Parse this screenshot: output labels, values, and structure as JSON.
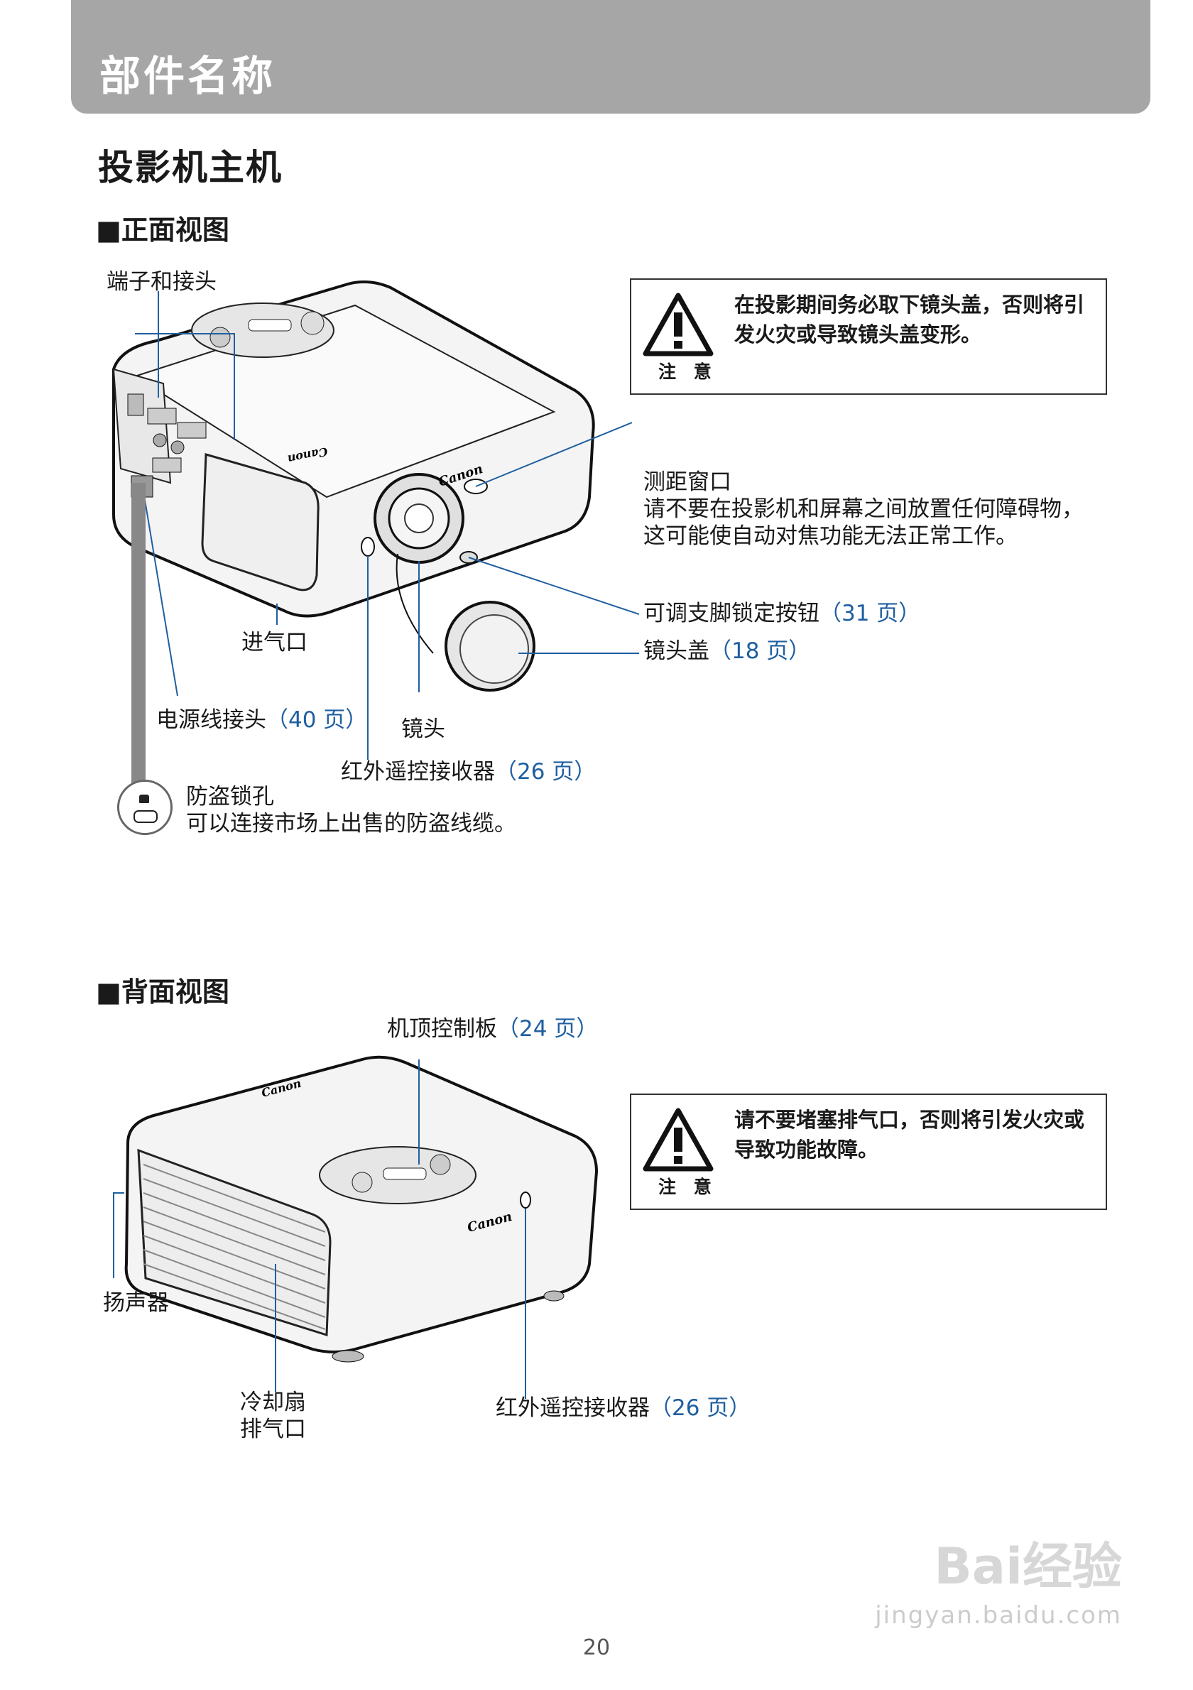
{
  "header": {
    "title": "部件名称"
  },
  "section_title": "投影机主机",
  "front": {
    "heading": "■正面视图",
    "terminals": "端子和接头",
    "air_intake": "进气口",
    "power_connector": "电源线接头",
    "power_connector_ref": "（40 页）",
    "lens": "镜头",
    "ir_receiver": "红外遥控接收器",
    "ir_receiver_ref": "（26 页）",
    "antitheft_title": "防盗锁孔",
    "antitheft_desc": "可以连接市场上出售的防盗线缆。",
    "ranging_title": "测距窗口",
    "ranging_desc_1": "请不要在投影机和屏幕之间放置任何障碍物，",
    "ranging_desc_2": "这可能使自动对焦功能无法正常工作。",
    "foot_lock": "可调支脚锁定按钮",
    "foot_lock_ref": "（31 页）",
    "lens_cap": "镜头盖",
    "lens_cap_ref": "（18 页）",
    "caution_text_1": "在投影期间务必取下镜头盖，否则将引",
    "caution_text_2": "发火灾或导致镜头盖变形。",
    "caution_label": "注 意",
    "brand": "Canon"
  },
  "back": {
    "heading": "■背面视图",
    "top_panel": "机顶控制板",
    "top_panel_ref": "（24 页）",
    "speaker": "扬声器",
    "fan_1": "冷却扇",
    "fan_2": "排气口",
    "ir_receiver": "红外遥控接收器",
    "ir_receiver_ref": "（26 页）",
    "caution_text_1": "请不要堵塞排气口，否则将引发火灾或",
    "caution_text_2": "导致功能故障。",
    "caution_label": "注 意",
    "brand": "Canon"
  },
  "page_number": "20",
  "watermark": {
    "logo": "Bai经验",
    "url": "jingyan.baidu.com"
  }
}
